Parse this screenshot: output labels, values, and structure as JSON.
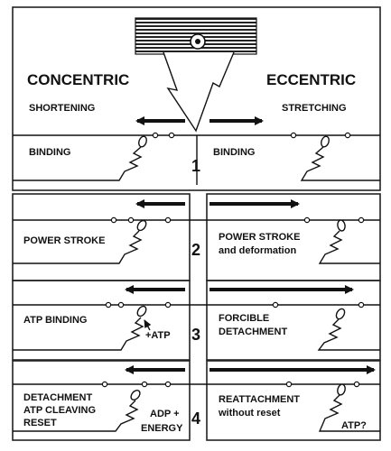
{
  "headings": {
    "left": "CONCENTRIC",
    "right": "ECCENTRIC",
    "left_sub": "SHORTENING",
    "right_sub": "STRETCHING"
  },
  "steps": [
    {
      "number": "1",
      "left": [
        "BINDING"
      ],
      "right": [
        "BINDING"
      ]
    },
    {
      "number": "2",
      "left": [
        "POWER STROKE"
      ],
      "right": [
        "POWER STROKE",
        "and deformation"
      ]
    },
    {
      "number": "3",
      "left": [
        "ATP BINDING"
      ],
      "left_note": "+ATP",
      "right": [
        "FORCIBLE",
        "DETACHMENT"
      ]
    },
    {
      "number": "4",
      "left": [
        "DETACHMENT",
        "ATP CLEAVING",
        "RESET"
      ],
      "left_note": [
        "ADP +",
        "ENERGY"
      ],
      "right": [
        "REATTACHMENT",
        "without reset"
      ],
      "right_note": "ATP?"
    }
  ]
}
